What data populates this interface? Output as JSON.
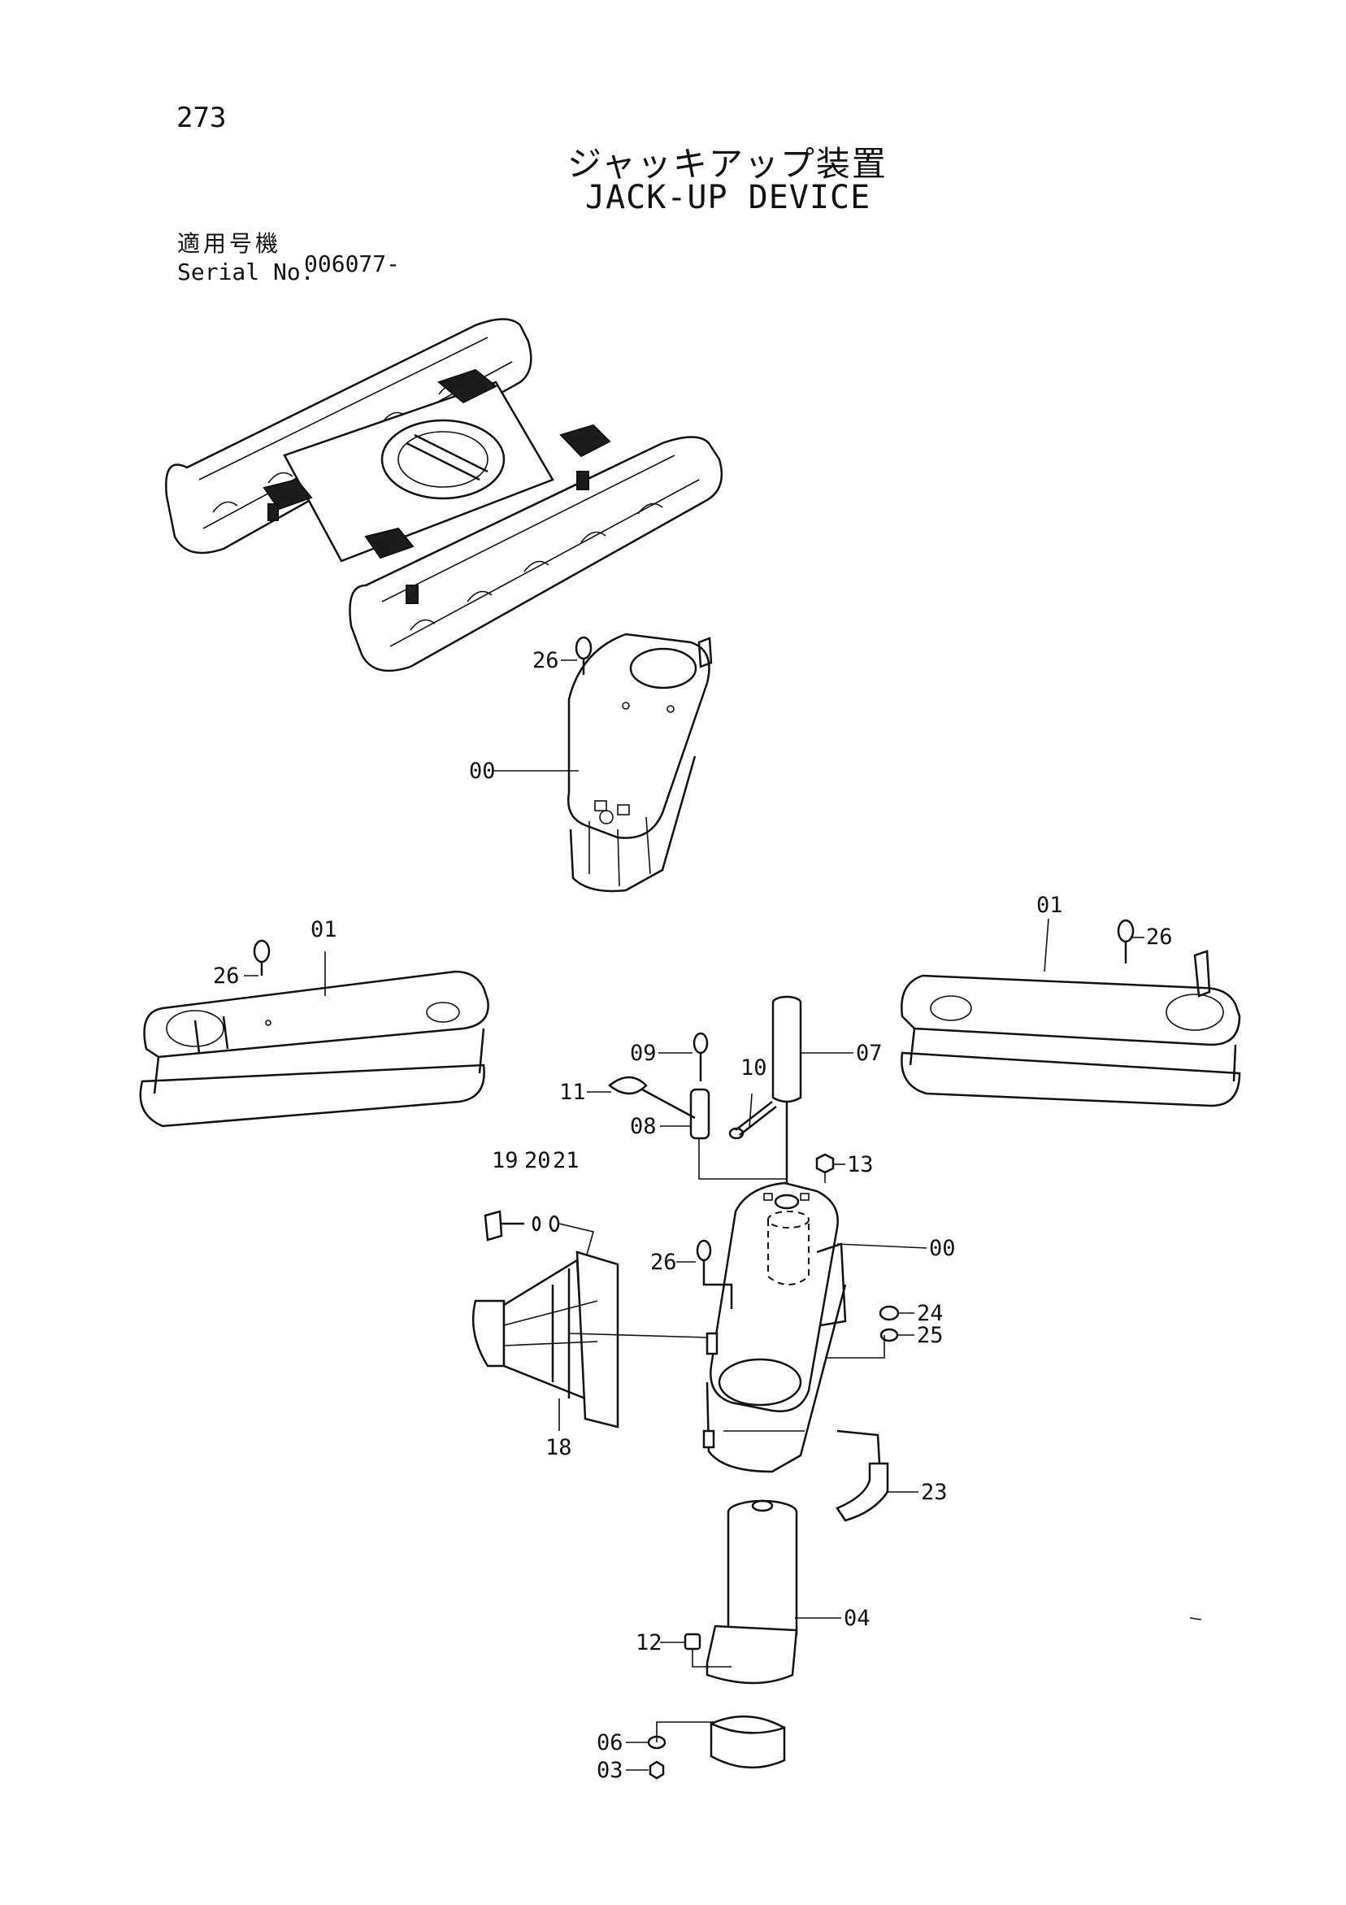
{
  "header": {
    "page_number": "273",
    "title_jp": "ジャッキアップ装置",
    "title_en": "JACK-UP DEVICE",
    "serial_label_jp": "適用号機",
    "serial_label_en": "Serial No.",
    "serial_value": "006077-"
  },
  "callouts": {
    "c00a": "00",
    "c00b": "00",
    "c01a": "01",
    "c01b": "01",
    "c03": "03",
    "c04": "04",
    "c06": "06",
    "c07": "07",
    "c08": "08",
    "c09": "09",
    "c10": "10",
    "c11": "11",
    "c12": "12",
    "c13": "13",
    "c18": "18",
    "c19": "19",
    "c20": "20",
    "c21": "21",
    "c23": "23",
    "c24": "24",
    "c25": "25",
    "c26a": "26",
    "c26b": "26",
    "c26c": "26",
    "c26d": "26"
  }
}
